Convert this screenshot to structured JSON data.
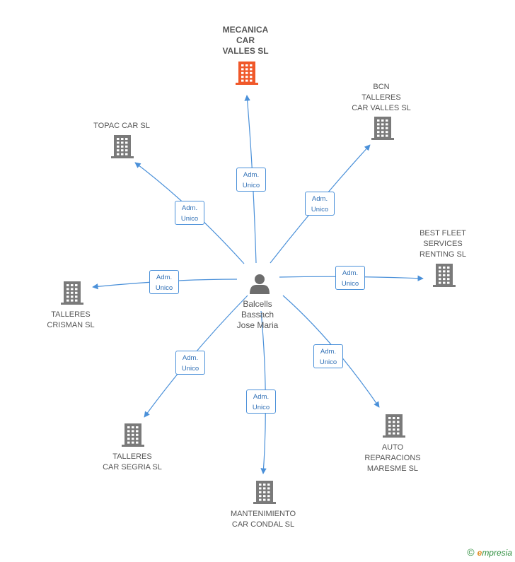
{
  "diagram": {
    "center": {
      "name": "Balcells\nBassach\nJose Maria",
      "icon": "person-icon"
    },
    "companies": [
      {
        "id": "mecanica",
        "name": "MECANICA\nCAR\nVALLES SL",
        "highlight": true,
        "icon": "building-icon",
        "edge": "Adm.\nUnico"
      },
      {
        "id": "bcn",
        "name": "BCN\nTALLERES\nCAR VALLES SL",
        "highlight": false,
        "icon": "building-icon",
        "edge": "Adm.\nUnico"
      },
      {
        "id": "topac",
        "name": "TOPAC CAR SL",
        "highlight": false,
        "icon": "building-icon",
        "edge": "Adm.\nUnico"
      },
      {
        "id": "bestfleet",
        "name": "BEST FLEET\nSERVICES\nRENTING SL",
        "highlight": false,
        "icon": "building-icon",
        "edge": "Adm.\nUnico"
      },
      {
        "id": "crisman",
        "name": "TALLERES\nCRISMAN SL",
        "highlight": false,
        "icon": "building-icon",
        "edge": "Adm.\nUnico"
      },
      {
        "id": "auto",
        "name": "AUTO\nREPARACIONS\nMARESME SL",
        "highlight": false,
        "icon": "building-icon",
        "edge": "Adm.\nUnico"
      },
      {
        "id": "segria",
        "name": "TALLERES\nCAR SEGRIA SL",
        "highlight": false,
        "icon": "building-icon",
        "edge": "Adm.\nUnico"
      },
      {
        "id": "condal",
        "name": "MANTENIMIENTO\nCAR CONDAL SL",
        "highlight": false,
        "icon": "building-icon",
        "edge": "Adm.\nUnico"
      }
    ],
    "colors": {
      "edge": "#4a90d9",
      "building": "#7a7a7a",
      "building_highlight": "#f0582a",
      "person": "#6d6d6d"
    }
  },
  "footer": {
    "copyright": "©",
    "brand_initial": "e",
    "brand_rest": "mpresia"
  }
}
